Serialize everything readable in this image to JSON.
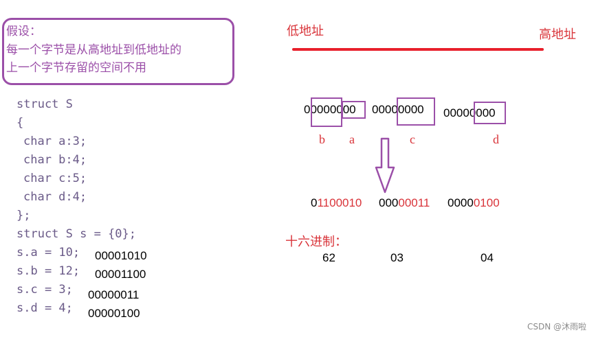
{
  "assumption": {
    "title": "假设：",
    "line1": "每一个字节是从高地址到低地址的",
    "line2": "上一个字节存留的空间不用"
  },
  "address": {
    "low": "低地址",
    "high": "高地址"
  },
  "code": {
    "struct_open": "struct S",
    "brace_open": "{",
    "members": [
      "char a:3;",
      "char b:4;",
      "char c:5;",
      "char d:4;"
    ],
    "brace_close": "};",
    "init": "struct S s = {0};",
    "assigns": [
      {
        "stmt": "s.a = 10;",
        "binary": "00001010"
      },
      {
        "stmt": "s.b = 12;",
        "binary": "00001100"
      },
      {
        "stmt": "s.c = 3;",
        "binary": "00000011"
      },
      {
        "stmt": "s.d = 4;",
        "binary": "00000100"
      }
    ]
  },
  "memory": {
    "bytes": [
      "00000000",
      "00000000",
      "00000000"
    ],
    "labels": [
      "b",
      "a",
      "c",
      "d"
    ]
  },
  "result": {
    "byte1_black": "0",
    "byte1_red": "1100010",
    "byte2_black": "000",
    "byte2_red": "00011",
    "byte3_black": "0000",
    "byte3_red": "0100"
  },
  "hex": {
    "label": "十六进制：",
    "values": [
      "62",
      "03",
      "04"
    ]
  },
  "watermark": "CSDN @沐雨啦",
  "colors": {
    "purple": "#9b4fa8",
    "red": "#d9343a",
    "code": "#6a5a88"
  }
}
